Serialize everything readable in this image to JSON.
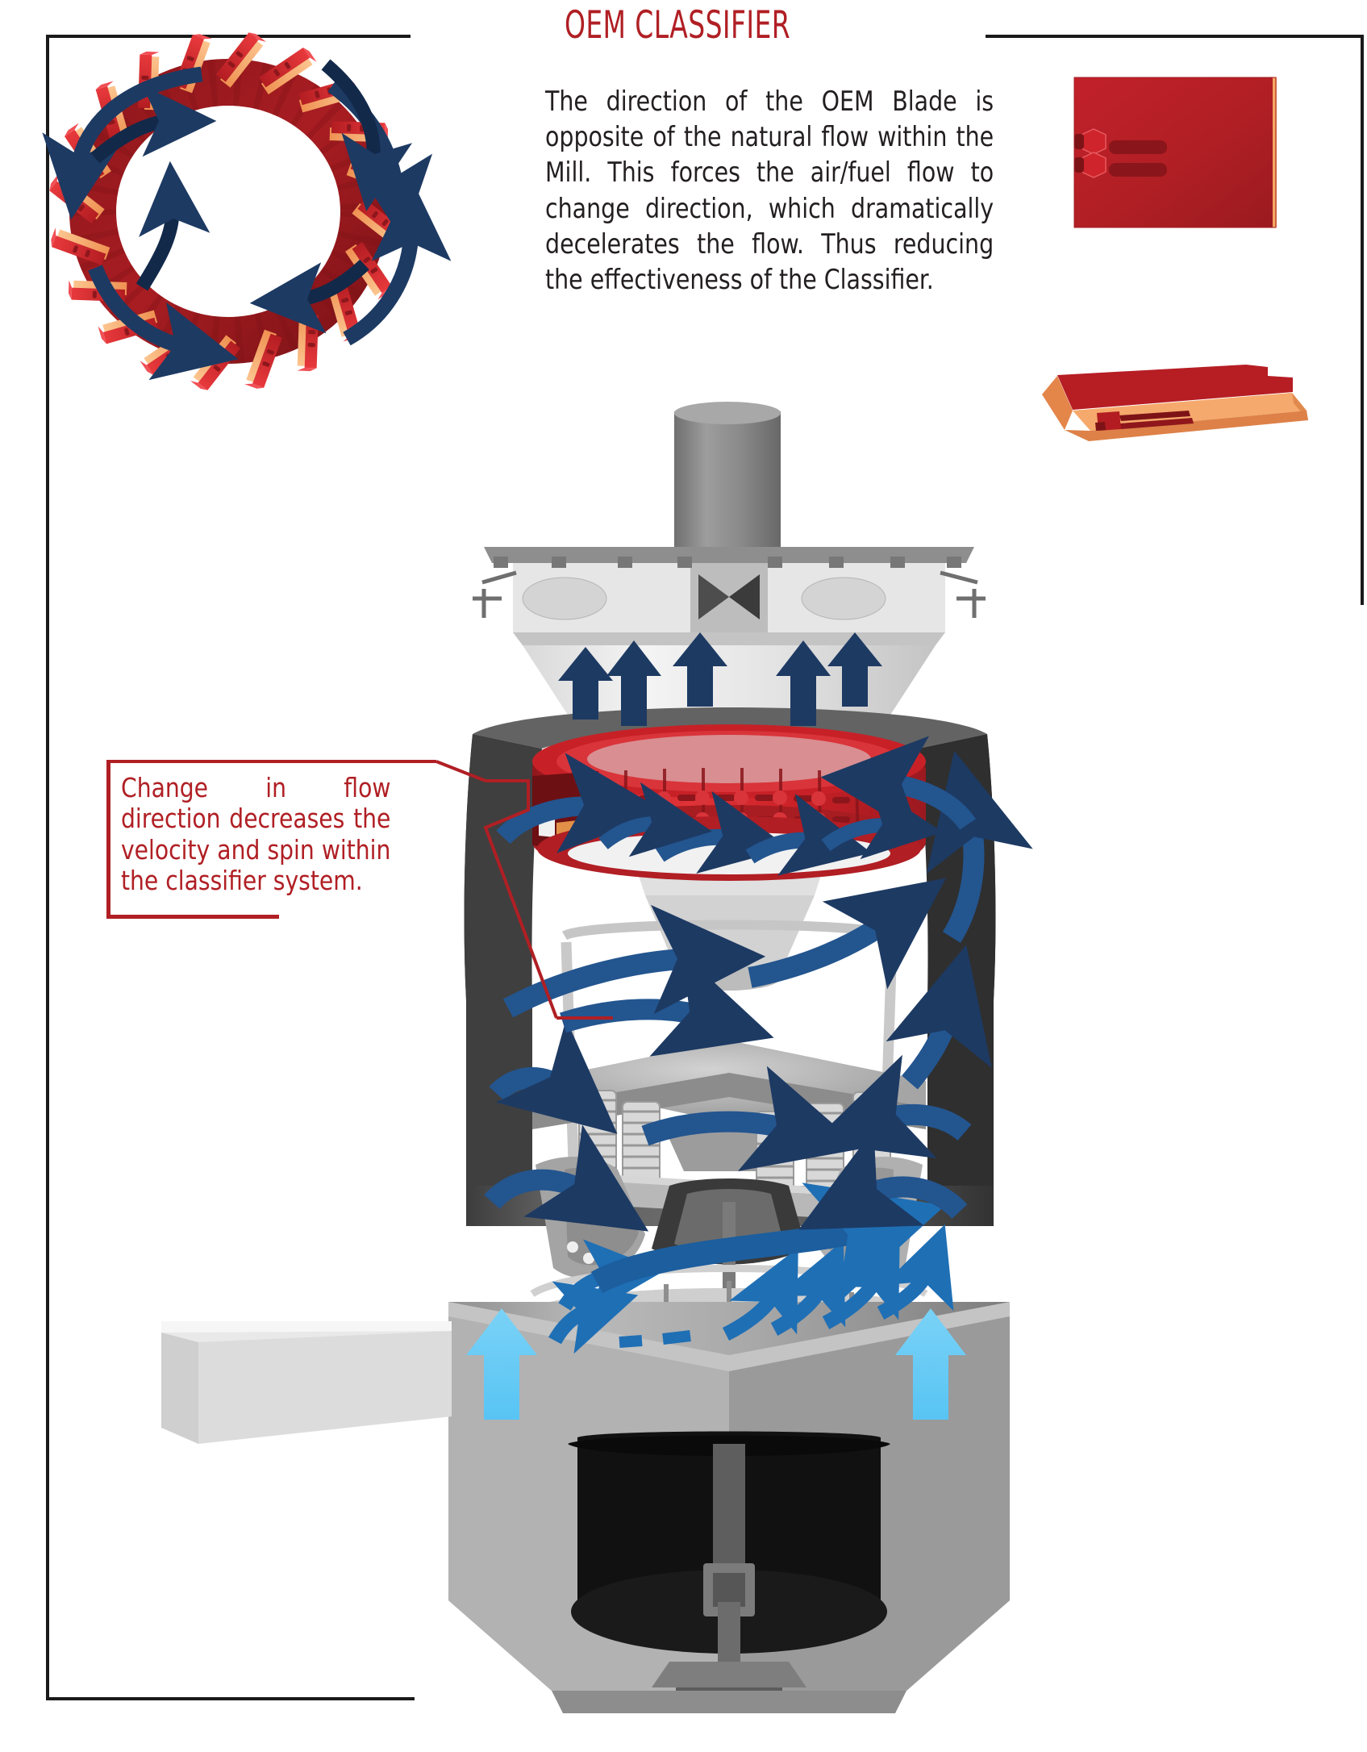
{
  "header": {
    "title": "OEM CLASSIFIER",
    "title_color": "#b01f24",
    "rule_color": "#1a1a1a"
  },
  "intro": {
    "text": "The direction of the OEM Blade is opposite of the natural flow within the Mill. This forces the air/fuel flow to change direction, which dramatically decelerates the flow. Thus reducing the effectiveness of the Classifier."
  },
  "callout": {
    "text": "Change in flow direction decreases the velocity and spin within the classifier system.",
    "color": "#b01f24"
  },
  "diagram": {
    "blade_ring_label": "oem-classifier-blade-ring",
    "blade_plate_label": "oem-blade-plate-front-view",
    "blade_edge_label": "oem-blade-plate-edge-view",
    "mill_label": "pulverizer-mill-cutaway"
  },
  "colors": {
    "brand_red": "#b01f24",
    "blade_red_dark": "#9e1b20",
    "blade_red": "#d02026",
    "blade_red_light": "#e8393c",
    "blade_orange": "#f7a96b",
    "blade_orange_dark": "#e07a3c",
    "arrow_navy": "#1d3a63",
    "arrow_blue": "#1f6fb5",
    "arrow_lightblue": "#5bc8f5",
    "mill_grey_dark": "#4a4a4a",
    "mill_grey": "#8d8d8d",
    "mill_grey_light": "#c9c9c9",
    "mill_white": "#efefef",
    "frame": "#1a1a1a"
  },
  "chart_data": {
    "type": "diagram",
    "title": "OEM CLASSIFIER",
    "annotations": [
      "The direction of the OEM Blade is opposite of the natural flow within the Mill. This forces the air/fuel flow to change direction, which dramatically decelerates the flow. Thus reducing the effectiveness of the Classifier.",
      "Change in flow direction decreases the velocity and spin within the classifier system."
    ],
    "elements": [
      {
        "name": "blade-ring-plan-view",
        "desc": "Ring of 20 angled red OEM classifier blades with orange trailing edges, encircled by 4 dark navy rotation arrows pointing counter to the blade angle"
      },
      {
        "name": "blade-plate-front",
        "desc": "Red square blade plate with two horizontal slots and hexagonal bolt heads"
      },
      {
        "name": "blade-plate-edge",
        "desc": "Edge-on view of blade plate, red top face and salmon-orange side face"
      },
      {
        "name": "mill-cutaway",
        "desc": "Vertical roller mill cutaway: inlet pipe, classifier cone, red blade ring, grinding table, spring-loaded rollers, air inlet plenum"
      },
      {
        "name": "flow-arrows-light-blue",
        "desc": "2 light blue up-arrows at air inlet"
      },
      {
        "name": "flow-arrows-blue",
        "desc": "Medium blue swirl arrows rising through louvre ring"
      },
      {
        "name": "flow-arrows-navy",
        "desc": "Dark navy arrows showing decelerated reversed flow through classifier blades"
      }
    ]
  }
}
